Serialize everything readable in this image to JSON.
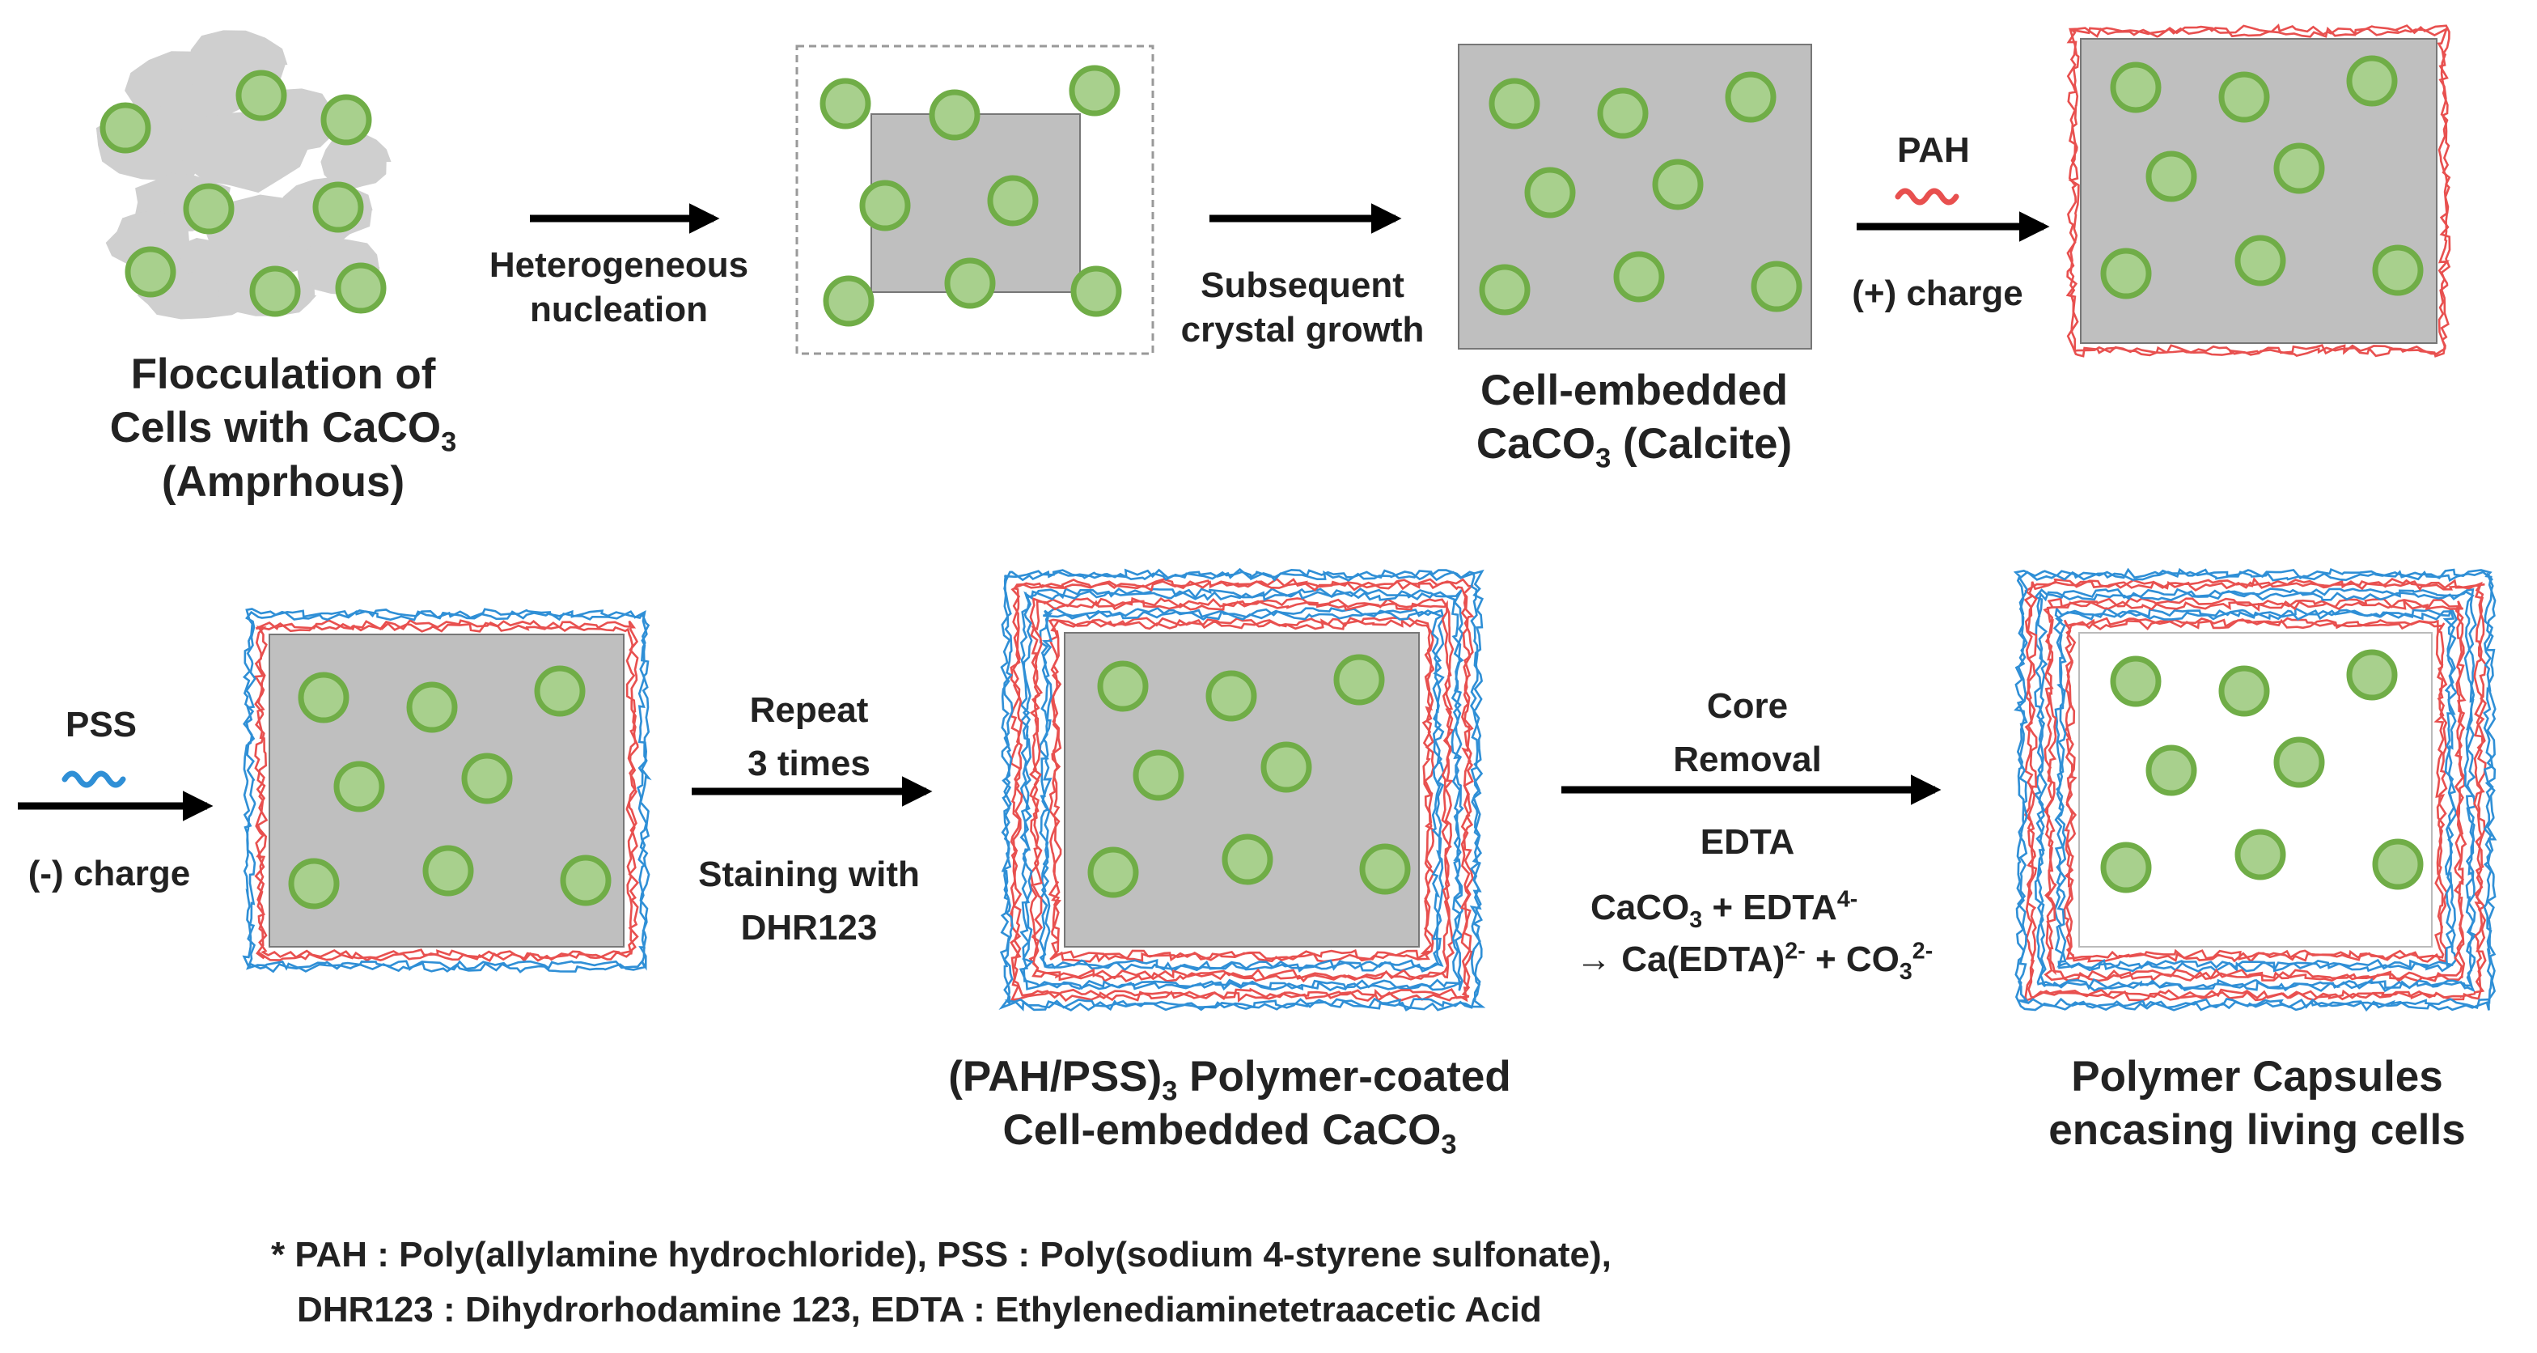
{
  "stages": {
    "floc": {
      "line1": "Flocculation of",
      "line2_pre": "Cells with CaCO",
      "line2_sub": "3",
      "line3": "(Amprhous)"
    },
    "embedded": {
      "line1": "Cell-embedded",
      "line2_pre": "CaCO",
      "line2_sub": "3",
      "line2_post": " (Calcite)"
    },
    "coated": {
      "line1_pre": "(PAH/PSS)",
      "line1_sub": "3",
      "line1_post": " Polymer-coated",
      "line2_pre": "Cell-embedded CaCO",
      "line2_sub": "3"
    },
    "capsules": {
      "line1": "Polymer Capsules",
      "line2": "encasing living cells"
    }
  },
  "arrows": {
    "hetero": {
      "line1": "Heterogeneous",
      "line2": "nucleation"
    },
    "growth": {
      "line1": "Subsequent",
      "line2": "crystal growth"
    },
    "pah": {
      "above": "PAH",
      "below": "(+) charge"
    },
    "pss": {
      "above": "PSS",
      "below": "(-) charge"
    },
    "repeat": {
      "line1": "Repeat",
      "line2": "3 times",
      "line3": "Staining with",
      "line4": "DHR123"
    },
    "core": {
      "line1": "Core",
      "line2": "Removal",
      "line3": "EDTA"
    }
  },
  "reaction": {
    "r1_a": "CaCO",
    "r1_sub": "3",
    "r1_b": " + EDTA",
    "r1_sup": "4-",
    "r2_a": "→ Ca(EDTA)",
    "r2_sup1": "2-",
    "r2_b": " + CO",
    "r2_sub": "3",
    "r2_sup2": "2-"
  },
  "footnote": {
    "line1": "* PAH : Poly(allylamine hydrochloride),  PSS : Poly(sodium 4-styrene sulfonate),",
    "line2": "DHR123 : Dihydrorhodamine 123,  EDTA : Ethylenediaminetetraacetic Acid"
  },
  "colors": {
    "cell_fill": "#a8d08d",
    "cell_stroke": "#70ad47",
    "core": "#bfbfbf",
    "pah": "#e8504f",
    "pss": "#2f8fd6",
    "arrow": "#000000"
  },
  "icons": {
    "arrow": "right-arrow-icon",
    "cell": "cell-circle-icon",
    "pah": "pah-squiggle-icon",
    "pss": "pss-squiggle-icon"
  }
}
